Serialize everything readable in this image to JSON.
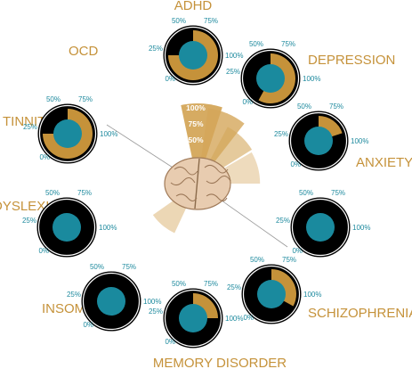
{
  "chart_data": {
    "type": "radial-gauge",
    "colors": {
      "accent": "#c5923a",
      "fill": "#000000",
      "center": "#1a8a9e",
      "tick_text": "#1e8a9e",
      "fan": "#d4a65a"
    },
    "center_icon": "brain-icon",
    "gauge_ticks": [
      "0%",
      "25%",
      "50%",
      "75%",
      "100%"
    ],
    "radial_ticks": [
      "50%",
      "75%",
      "100%"
    ],
    "gauges": [
      {
        "label": "ADHD",
        "value": 75
      },
      {
        "label": "DEPRESSION",
        "value": 58
      },
      {
        "label": "ANXIETY",
        "value": 20
      },
      {
        "label": "SCHIZOPHRENIA",
        "value": 0
      },
      {
        "label": "MEMORY DISORDER",
        "value": 33
      },
      {
        "label": "INSOMNIA",
        "value": 25
      },
      {
        "label": "DYSLEXIA",
        "value": 0
      },
      {
        "label": "TINNITUS",
        "value": 0
      },
      {
        "label": "OCD",
        "value": 75
      }
    ],
    "fan_values": [
      100,
      95,
      80,
      78,
      68
    ]
  }
}
